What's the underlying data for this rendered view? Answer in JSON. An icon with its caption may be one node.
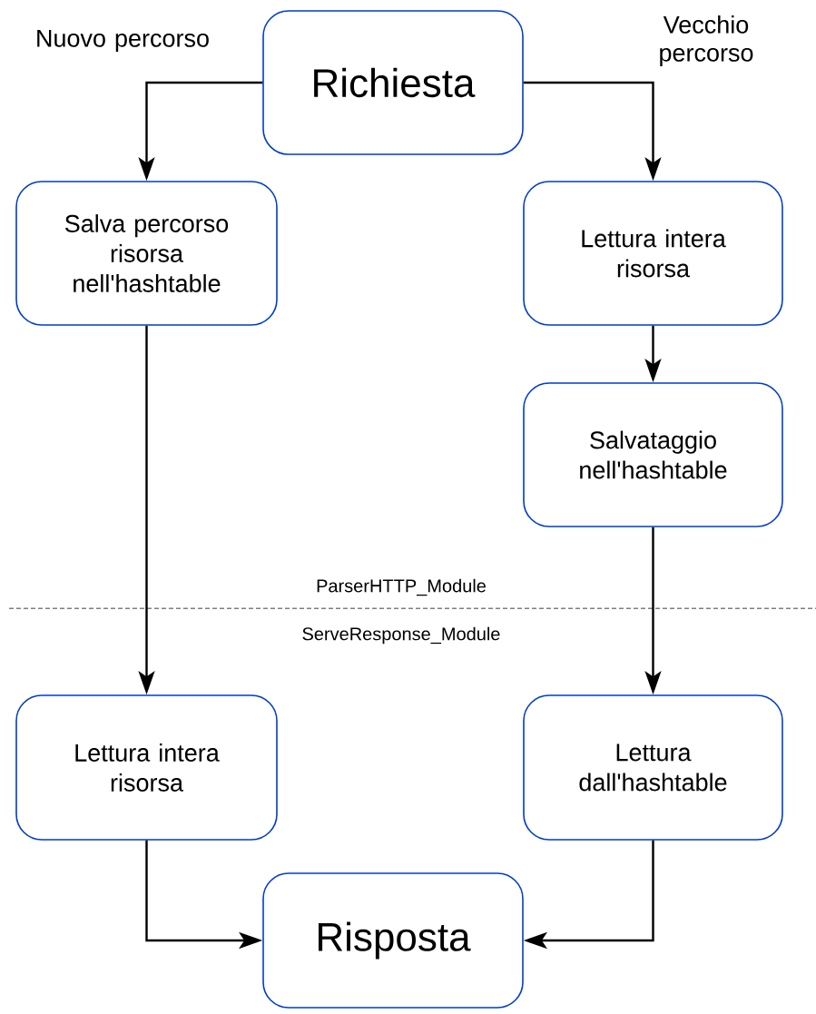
{
  "diagram": {
    "nodes": [
      {
        "text": [
          "Richiesta"
        ]
      },
      {
        "text": [
          "Salva percorso risorsa nell'hashtable"
        ]
      },
      {
        "text": [
          "Lettura intera risorsa"
        ]
      },
      {
        "text": [
          "Salvataggio nell'hashtable"
        ]
      },
      {
        "text": [
          "Lettura intera risorsa"
        ]
      },
      {
        "text": [
          "Lettura dall'hashtable"
        ]
      },
      {
        "text": [
          "Risposta"
        ]
      }
    ],
    "edges": [
      {
        "from": 0,
        "to": 1,
        "arrow": "to"
      },
      {
        "from": 0,
        "to": 2,
        "arrow": "to"
      },
      {
        "from": 2,
        "to": 3,
        "arrow": "to"
      },
      {
        "from": 1,
        "to": 4,
        "arrow": "to"
      },
      {
        "from": 3,
        "to": 5,
        "arrow": "to"
      },
      {
        "from": 4,
        "to": 6,
        "arrow": "to"
      },
      {
        "from": 5,
        "to": 6,
        "arrow": "to"
      }
    ],
    "labels": [
      "Nuovo percorso",
      "Vecchio percorso",
      "ParserHTTP_Module",
      "ServeResponse_Module"
    ]
  }
}
